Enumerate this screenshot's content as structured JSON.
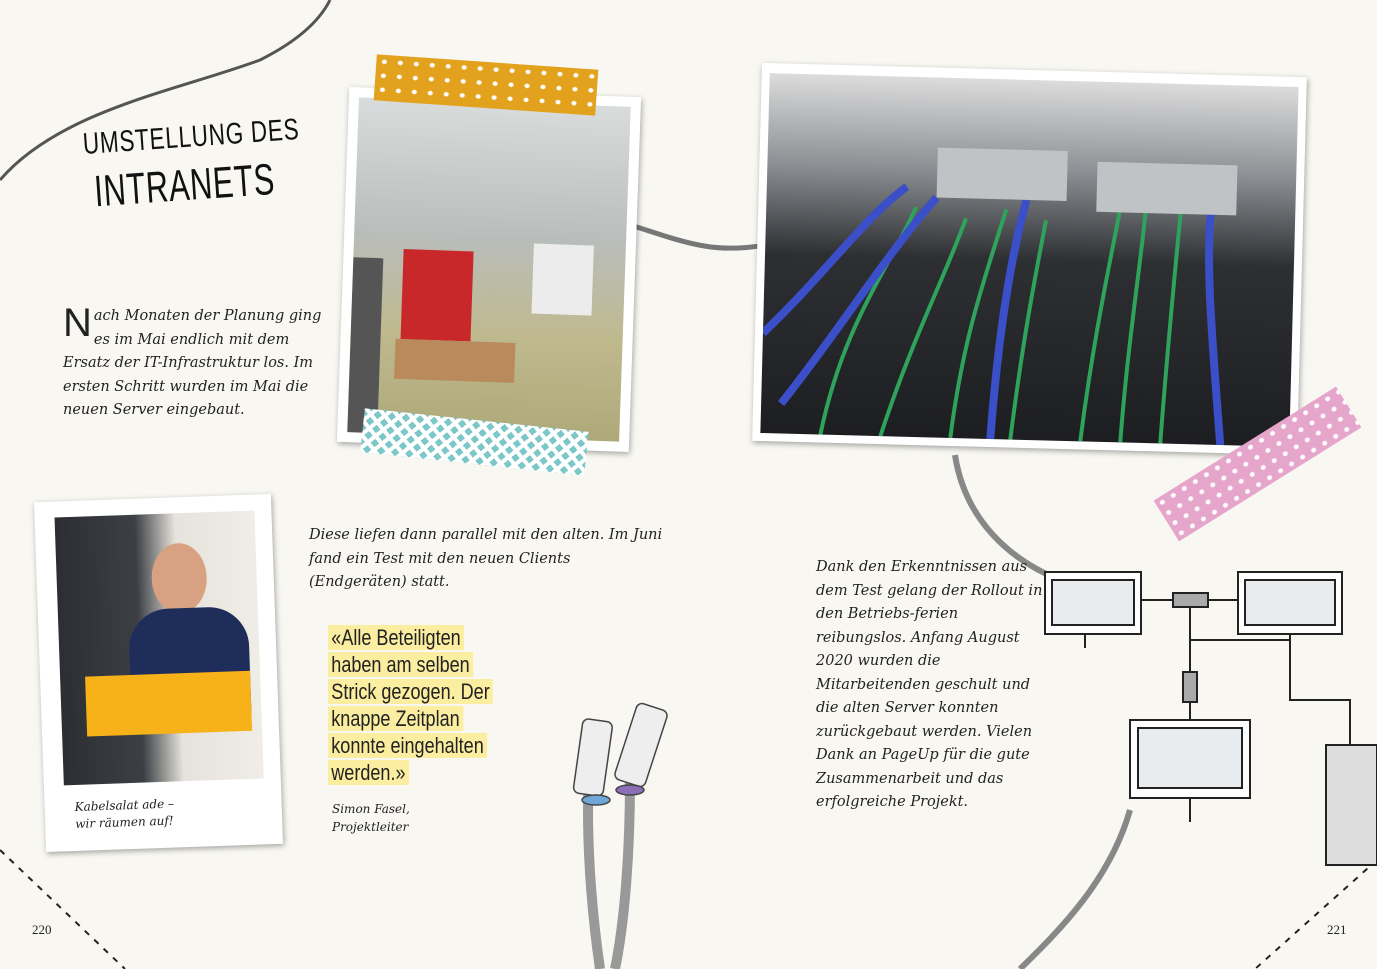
{
  "title": {
    "line1": "UMSTELLUNG DES",
    "line2": "INTRANETS"
  },
  "intro": {
    "dropcap": "N",
    "text": "ach Monaten der Planung ging es im Mai endlich mit dem Ersatz der IT-Infrastruktur los. Im ersten Schritt wurden im Mai die neuen Server eingebaut."
  },
  "middle_text": "Diese liefen dann parallel mit den alten. Im Juni fand ein Test mit den neuen Clients (Endgeräten) statt.",
  "quote": {
    "text": "«Alle Beteiligten haben am selben Strick gezogen. Der knappe Zeitplan konnte eingehalten werden.»",
    "author_line1": "Simon Fasel,",
    "author_line2": "Projektleiter"
  },
  "photo_caption": {
    "line1": "Kabelsalat ade –",
    "line2": "wir räumen auf!"
  },
  "right_text": "Dank den Erkenntnissen aus dem Test gelang der Rollout in den Betriebs-ferien reibungslos. Anfang August 2020 wurden die Mitarbeitenden geschult und die alten Server konnten zurückgebaut werden. Vielen Dank an PageUp für die gute Zusammenarbeit und das erfolgreiche Projekt.",
  "page_left": "220",
  "page_right": "221",
  "colors": {
    "tape_orange": "#e2a21e",
    "tape_teal": "#7cc8c8",
    "tape_pink": "#e6a6cc",
    "highlight": "#fbeea0"
  }
}
